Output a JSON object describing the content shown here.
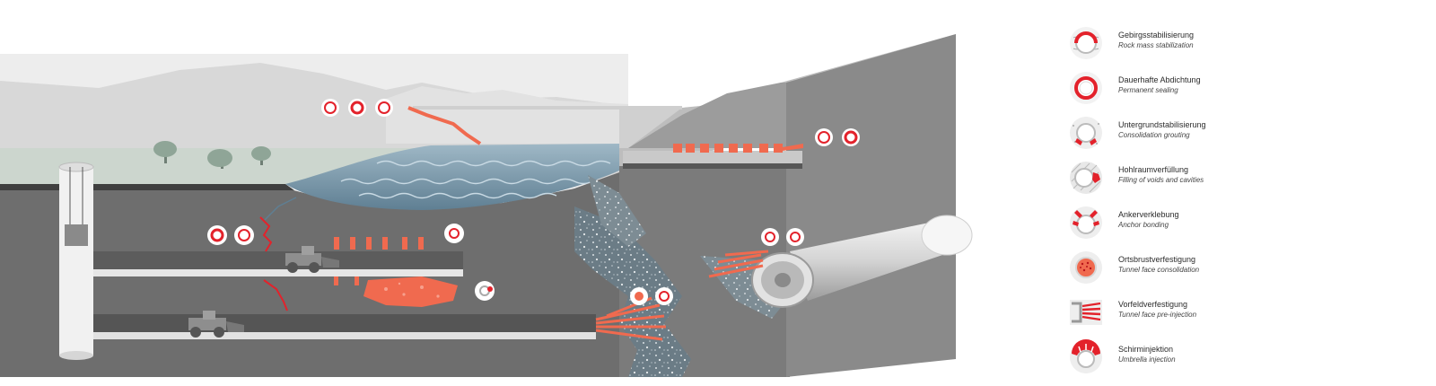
{
  "colors": {
    "accent": "#e3222b",
    "grout": "#f06a4f",
    "rock": "#767676",
    "rock_dark": "#5f5f5f",
    "water": "#7f9fb2",
    "sky": "#e9e9e9",
    "meadow": "#cfd8d0"
  },
  "legend": [
    {
      "icon": "rock-mass-stabilization-icon",
      "de": "Gebirgsstabilisierung",
      "en": "Rock mass stabilization"
    },
    {
      "icon": "permanent-sealing-icon",
      "de": "Dauerhafte Abdichtung",
      "en": "Permanent sealing"
    },
    {
      "icon": "consolidation-grouting-icon",
      "de": "Untergrundstabilisierung",
      "en": "Consolidation grouting"
    },
    {
      "icon": "void-filling-icon",
      "de": "Hohlraumverfüllung",
      "en": "Filling of voids and cavities"
    },
    {
      "icon": "anchor-bonding-icon",
      "de": "Ankerverklebung",
      "en": "Anchor bonding"
    },
    {
      "icon": "tunnel-face-consolidation-icon",
      "de": "Ortsbrustverfestigung",
      "en": "Tunnel face consolidation"
    },
    {
      "icon": "tunnel-face-pre-injection-icon",
      "de": "Vorfeldverfestigung",
      "en": "Tunnel face pre-injection"
    },
    {
      "icon": "umbrella-injection-icon",
      "de": "Schirminjektion",
      "en": "Umbrella injection"
    }
  ]
}
